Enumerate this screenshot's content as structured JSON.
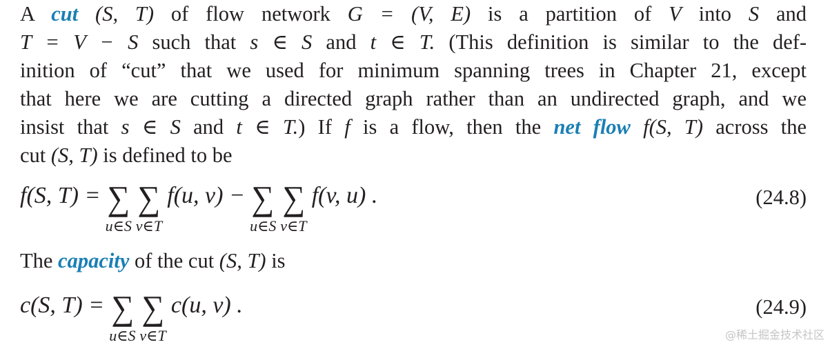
{
  "paragraph1": {
    "l1": {
      "a": "A",
      "cut": "cut",
      "st": "(S, T)",
      "b": "of flow network",
      "g": "G = (V, E)",
      "c": "is a partition of",
      "v": "V",
      "d": "into",
      "s": "S",
      "e": "and"
    },
    "l2": {
      "eqn": "T = V − S",
      "a": "such that",
      "sinS": "s ∈ S",
      "b": "and",
      "tinT": "t ∈ T.",
      "c": "(This definition is similar to the def-"
    },
    "l3": "inition of “cut” that we used for minimum spanning trees in Chapter 21, except",
    "l4": "that here we are cutting a directed graph rather than an undirected graph, and we",
    "l5": {
      "a": "insist that",
      "sinS": "s ∈ S",
      "b": "and",
      "tinT": "t ∈ T.",
      "c": ") If",
      "f": "f",
      "d": "is a flow, then the",
      "netflow": "net flow",
      "fst": "f(S, T)",
      "e": "across the"
    },
    "l6": {
      "a": "cut",
      "st": "(S, T)",
      "b": "is defined to be"
    }
  },
  "equation1": {
    "lhs": "f(S, T) =",
    "sum1": "∑",
    "sub1": "u∈S",
    "sum2": "∑",
    "sub2": "v∈T",
    "term1": "f(u, v) −",
    "sum3": "∑",
    "sub3": "u∈S",
    "sum4": "∑",
    "sub4": "v∈T",
    "term2": "f(v, u) .",
    "number": "(24.8)"
  },
  "paragraph2": {
    "a": "The",
    "capacity": "capacity",
    "b": "of the cut",
    "st": "(S, T)",
    "c": "is"
  },
  "equation2": {
    "lhs": "c(S, T) =",
    "sum1": "∑",
    "sub1": "u∈S",
    "sum2": "∑",
    "sub2": "v∈T",
    "term": "c(u, v) .",
    "number": "(24.9)"
  },
  "watermark": "@稀土掘金技术社区",
  "colors": {
    "term": "#1a7fb5",
    "text": "#231f20"
  }
}
